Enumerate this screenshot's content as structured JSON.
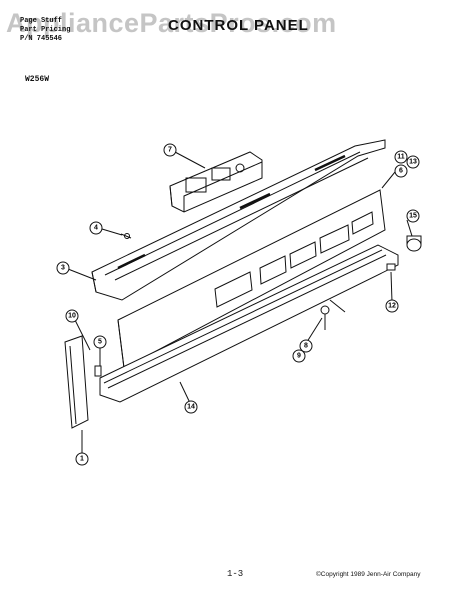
{
  "header": {
    "line1": "Page Stuff",
    "line2": "Part Pricing",
    "line3": "P/N 745546",
    "title": "CONTROL PANEL",
    "model": "W256W"
  },
  "watermark": "AppliancePartsPros.com",
  "footer": {
    "page": "1-3",
    "copyright": "©Copyright 1989 Jenn-Air Company"
  },
  "callouts": [
    "1",
    "3",
    "4",
    "5",
    "6",
    "7",
    "8",
    "9",
    "10",
    "11",
    "12",
    "13",
    "14",
    "15"
  ]
}
